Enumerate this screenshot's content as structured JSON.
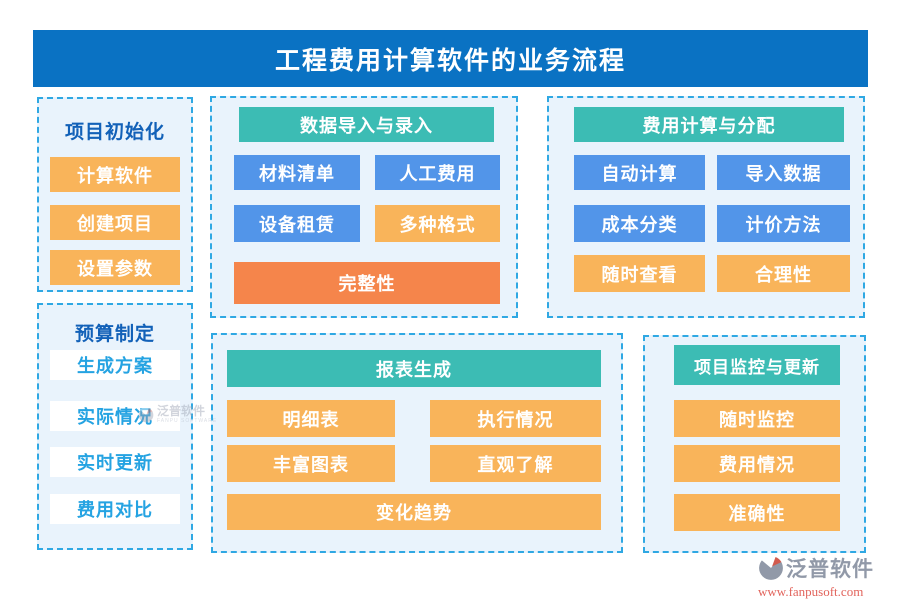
{
  "banner": {
    "title": "工程费用计算软件的业务流程"
  },
  "groups": {
    "project_init": {
      "header": "项目初始化",
      "items": [
        "计算软件",
        "创建项目",
        "设置参数"
      ]
    },
    "budget": {
      "header": "预算制定",
      "items": [
        "生成方案",
        "实际情况",
        "实时更新",
        "费用对比"
      ]
    },
    "data_import": {
      "header": "数据导入与录入",
      "items": [
        "材料清单",
        "人工费用",
        "设备租赁",
        "多种格式",
        "完整性"
      ]
    },
    "cost_calc": {
      "header": "费用计算与分配",
      "items": [
        "自动计算",
        "导入数据",
        "成本分类",
        "计价方法",
        "随时查看",
        "合理性"
      ]
    },
    "report": {
      "header": "报表生成",
      "items": [
        "明细表",
        "执行情况",
        "丰富图表",
        "直观了解",
        "变化趋势"
      ]
    },
    "monitor": {
      "header": "项目监控与更新",
      "items": [
        "随时监控",
        "费用情况",
        "准确性"
      ]
    }
  },
  "watermark": {
    "brand": "泛普软件",
    "sub": "FANPU SOFTWARE"
  },
  "logo": {
    "brand": "泛普软件",
    "url": "www.fanpusoft.com"
  },
  "colors": {
    "banner_blue": "#0A72C3",
    "dashed_border": "#2FA8E3",
    "box_background": "#E9F3FC",
    "teal_header": "#3CBCB4",
    "blue_node": "#5295E9",
    "orange_node": "#F9B45A",
    "deep_orange_node": "#F5854B",
    "section_label_blue": "#1261B8",
    "white_node_text": "#25A3E2"
  }
}
